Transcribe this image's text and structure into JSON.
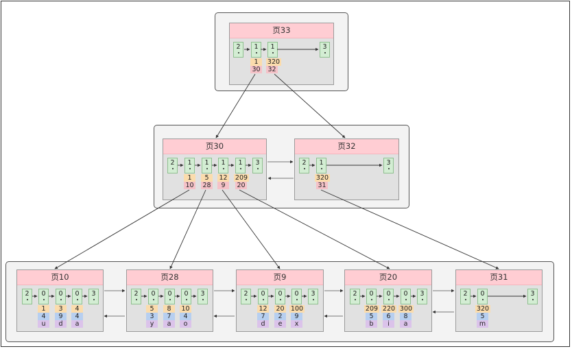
{
  "pages": {
    "p33": {
      "title": "页33",
      "records": [
        "2",
        "1",
        "1",
        "3"
      ],
      "keys": [
        "1",
        "320"
      ],
      "pointers": [
        "30",
        "32"
      ]
    },
    "p30": {
      "title": "页30",
      "records": [
        "2",
        "1",
        "1",
        "1",
        "1",
        "3"
      ],
      "keys": [
        "1",
        "5",
        "12",
        "209"
      ],
      "pointers": [
        "10",
        "28",
        "9",
        "20"
      ]
    },
    "p32": {
      "title": "页32",
      "records": [
        "2",
        "1",
        "3"
      ],
      "keys": [
        "320"
      ],
      "pointers": [
        "31"
      ]
    },
    "p10": {
      "title": "页10",
      "records": [
        "2",
        "0",
        "0",
        "0",
        "3"
      ],
      "col1": [
        "1",
        "3",
        "4"
      ],
      "col2": [
        "4",
        "9",
        "4"
      ],
      "col3": [
        "u",
        "d",
        "a"
      ]
    },
    "p28": {
      "title": "页28",
      "records": [
        "2",
        "0",
        "0",
        "0",
        "3"
      ],
      "col1": [
        "5",
        "8",
        "10"
      ],
      "col2": [
        "3",
        "7",
        "4"
      ],
      "col3": [
        "y",
        "a",
        "o"
      ]
    },
    "p9": {
      "title": "页9",
      "records": [
        "2",
        "0",
        "0",
        "0",
        "3"
      ],
      "col1": [
        "12",
        "20",
        "100"
      ],
      "col2": [
        "7",
        "2",
        "9"
      ],
      "col3": [
        "d",
        "e",
        "x"
      ]
    },
    "p20": {
      "title": "页20",
      "records": [
        "2",
        "0",
        "0",
        "0",
        "3"
      ],
      "col1": [
        "209",
        "220",
        "300"
      ],
      "col2": [
        "5",
        "6",
        "8"
      ],
      "col3": [
        "b",
        "i",
        "a"
      ]
    },
    "p31": {
      "title": "页31",
      "records": [
        "2",
        "0",
        "3"
      ],
      "col1": [
        "320"
      ],
      "col2": [
        "5"
      ],
      "col3": [
        "m"
      ]
    }
  },
  "colors": {
    "title_bg": "#ffcdd3",
    "record_bg": "#d3edd3",
    "key_bg": "#fbdcac",
    "pointer_bg": "#f5c2c8",
    "column2_bg": "#b7cff0",
    "column3_bg": "#dbc3ea"
  }
}
